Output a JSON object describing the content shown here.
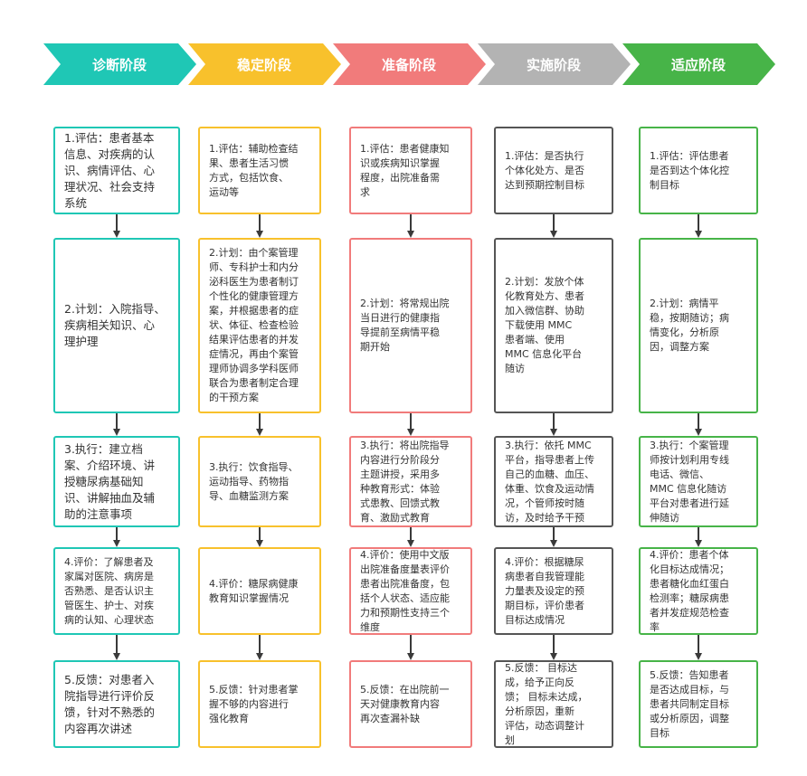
{
  "colors": {
    "phase1": "#1fc7b5",
    "phase2": "#f8c12c",
    "phase3": "#f17b7b",
    "phase4": "#b3b3b3",
    "phase5": "#47b448",
    "arrow": "#3a3a3a",
    "text": "#333333"
  },
  "phases": [
    {
      "label": "诊断阶段",
      "color": "#1fc7b5"
    },
    {
      "label": "稳定阶段",
      "color": "#f8c12c"
    },
    {
      "label": "准备阶段",
      "color": "#f17b7b"
    },
    {
      "label": "实施阶段",
      "color": "#b3b3b3"
    },
    {
      "label": "适应阶段",
      "color": "#47b448"
    }
  ],
  "columns": [
    {
      "border": "#1fc7b5",
      "steps": [
        {
          "text": "1.评估：患者基本\n信息、对疾病的认\n识、病情评估、心\n理状况、社会支持\n系统"
        },
        {
          "text": "2.计划：入院指导、\n疾病相关知识、心\n理护理"
        },
        {
          "text": "3.执行：建立档\n案、介绍环境、讲\n授糖尿病基础知\n识、讲解抽血及辅\n助的注意事项"
        },
        {
          "text": "4.评价：了解患者及\n家属对医院、病房是\n否熟悉、是否认识主\n管医生、护士、对疾\n病的认知、心理状态"
        },
        {
          "text": "5.反馈：对患者入\n院指导进行评价反\n馈，针对不熟悉的\n内容再次讲述"
        }
      ]
    },
    {
      "border": "#f8c12c",
      "steps": [
        {
          "text": "1.评估：辅助检查结\n果、患者生活习惯\n方式，包括饮食、\n运动等"
        },
        {
          "text": "2.计划：由个案管理\n师、专科护士和内分\n泌科医生为患者制订\n个性化的健康管理方\n案，并根据患者的症\n状、体征、检查检验\n结果评估患者的并发\n症情况，再由个案管\n理师协调多学科医师\n联合为患者制定合理\n的干预方案"
        },
        {
          "text": "3.执行：饮食指导、\n运动指导、药物指\n导、血糖监测方案"
        },
        {
          "text": "4.评价：糖尿病健康\n教育知识掌握情况"
        },
        {
          "text": "5.反馈：针对患者掌\n握不够的内容进行\n强化教育"
        }
      ]
    },
    {
      "border": "#f17b7b",
      "steps": [
        {
          "text": "1.评估：患者健康知\n识或疾病知识掌握\n程度，出院准备需\n求"
        },
        {
          "text": "2.计划：将常规出院\n当日进行的健康指\n导提前至病情平稳\n期开始"
        },
        {
          "text": "3.执行：将出院指导\n内容进行分阶段分\n主题讲授，采用多\n种教育形式：体验\n式患教、回馈式教\n育、激励式教育"
        },
        {
          "text": "4.评价：使用中文版\n出院准备度量表评价\n患者出院准备度，包\n括个人状态、适应能\n力和预期性支持三个\n维度"
        },
        {
          "text": "5.反馈：在出院前一\n天对健康教育内容\n再次查漏补缺"
        }
      ]
    },
    {
      "border": "#555555",
      "steps": [
        {
          "text": "1.评估：是否执行\n个体化处方、是否\n达到预期控制目标"
        },
        {
          "text": "2.计划：发放个体\n化教育处方、患者\n加入微信群、协助\n下载使用 MMC\n患者端、使用\nMMC 信息化平台\n随访"
        },
        {
          "text": "3.执行：依托 MMC\n平台，指导患者上传\n自己的血糖、血压、\n体重、饮食及运动情\n况，个管师按时随\n访，及时给予干预"
        },
        {
          "text": "4.评价：根据糖尿\n病患者自我管理能\n力量表及设定的预\n期目标，评价患者\n目标达成情况"
        },
        {
          "text": "5.反馈：  目标达\n成，给予正向反\n馈；  目标未达成，\n分析原因，重新\n评估，动态调整计\n划"
        }
      ]
    },
    {
      "border": "#47b448",
      "steps": [
        {
          "text": "1.评估：评估患者\n是否到达个体化控\n制目标"
        },
        {
          "text": "2.计划：病情平\n稳，按期随访；病\n情变化，分析原\n因，调整方案"
        },
        {
          "text": "3.执行：个案管理\n师按计划利用专线\n电话、微信、\nMMC 信息化随访\n平台对患者进行延\n伸随访"
        },
        {
          "text": "4.评价：患者个体\n化目标达成情况；\n患者糖化血红蛋白\n检测率；糖尿病患\n者并发症规范检查\n率"
        },
        {
          "text": "5.反馈：告知患者\n是否达成目标，与\n患者共同制定目标\n或分析原因，调整\n目标"
        }
      ]
    }
  ]
}
